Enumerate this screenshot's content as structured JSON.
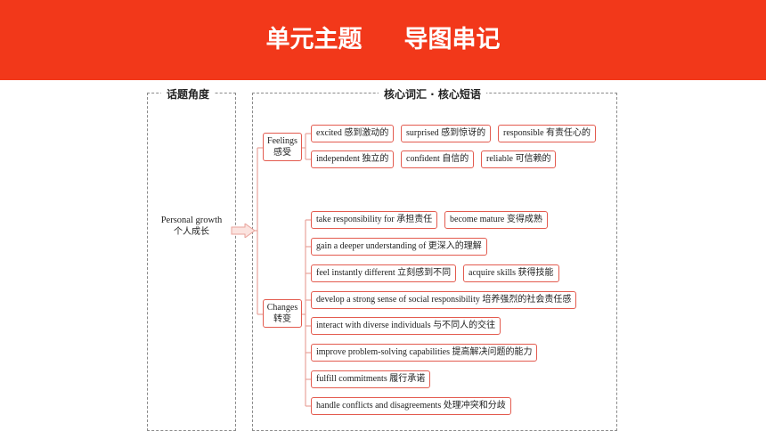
{
  "title": "单元主题     导图串记",
  "left_panel": {
    "label": "话题角度",
    "topic_en": "Personal growth",
    "topic_zh": "个人成长"
  },
  "right_panel": {
    "label": "核心词汇 · 核心短语"
  },
  "categories": [
    {
      "en": "Feelings",
      "zh": "感受",
      "rows": [
        [
          "excited 感到激动的",
          "surprised 感到惊讶的",
          "responsible 有责任心的"
        ],
        [
          "independent 独立的",
          "confident 自信的",
          "reliable 可信赖的"
        ]
      ]
    },
    {
      "en": "Changes",
      "zh": "转变",
      "rows": [
        [
          "take responsibility for 承担责任",
          "become mature 变得成熟"
        ],
        [
          "gain a deeper understanding of 更深入的理解"
        ],
        [
          "feel instantly different 立刻感到不同",
          "acquire skills 获得技能"
        ],
        [
          "develop a strong sense of social responsibility 培养强烈的社会责任感"
        ],
        [
          "interact with diverse individuals 与不同人的交往"
        ],
        [
          "improve problem-solving capabilities 提高解决问题的能力"
        ],
        [
          "fulfill commitments 履行承诺"
        ],
        [
          "handle conflicts and disagreements 处理冲突和分歧"
        ]
      ]
    }
  ],
  "colors": {
    "banner": "#f2381a",
    "chip_border": "#e35b4f",
    "connector": "#e8a39b",
    "dashed_border": "#8a8a8a"
  }
}
